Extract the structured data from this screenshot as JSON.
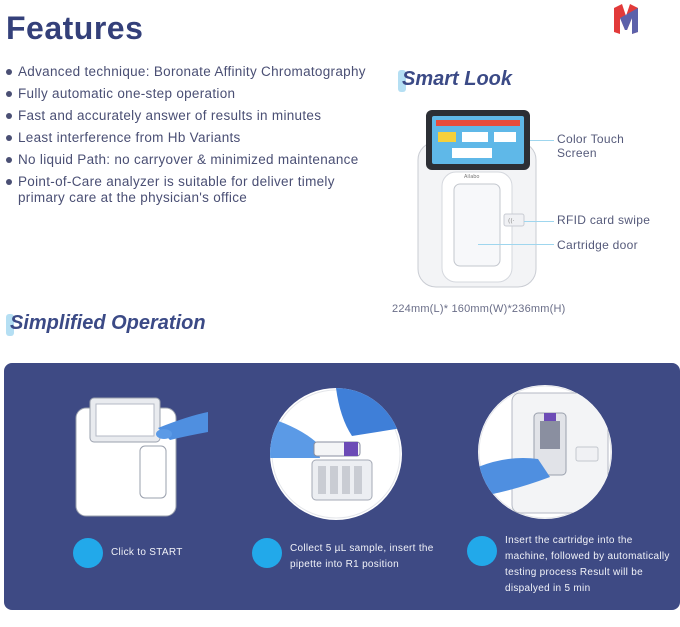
{
  "title": "Features",
  "features": [
    "Advanced technique: Boronate Affinity Chromatography",
    "Fully automatic one-step operation",
    "Fast and accurately answer of results in minutes",
    "Least interference from Hb Variants",
    "No liquid Path: no carryover & minimized maintenance",
    "Point-of-Care analyzer is suitable for deliver timely primary care at the physician's office"
  ],
  "smart_look": {
    "heading": "Smart Look",
    "callouts": {
      "screen": "Color Touch Screen",
      "rfid": "RFID card swipe",
      "door": "Cartridge door"
    },
    "brand": "Ailabo",
    "dimensions": "224mm(L)* 160mm(W)*236mm(H)"
  },
  "simplified": {
    "heading": "Simplified Operation",
    "steps": [
      {
        "text": "Click to START"
      },
      {
        "text": "Collect 5 µL sample, insert the pipette into R1 position"
      },
      {
        "text": "Insert the cartridge into the machine, followed by automatically testing process Result will be dispalyed in 5 min"
      }
    ]
  },
  "colors": {
    "title": "#34407a",
    "panel": "#3e4a84",
    "accent": "#22a9ea",
    "highlight": "#b5dff3"
  }
}
